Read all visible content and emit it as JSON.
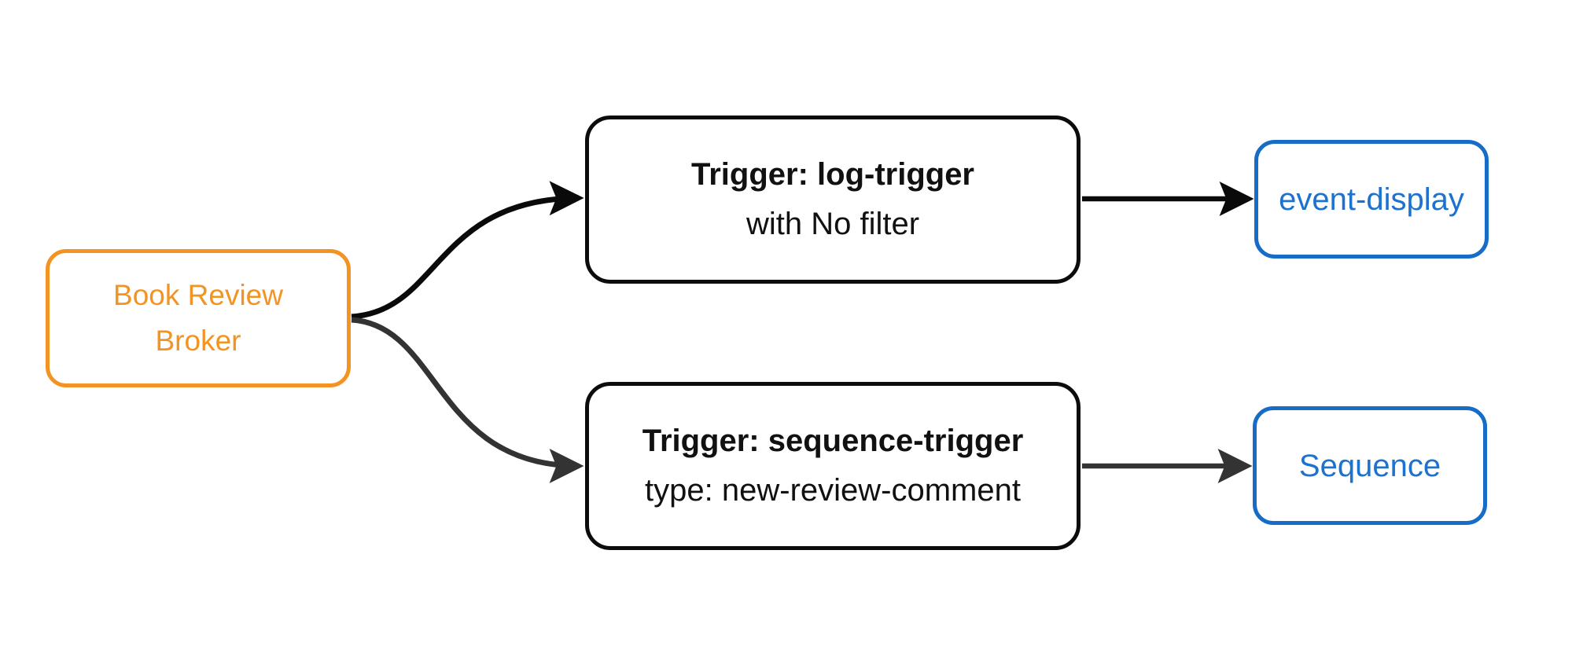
{
  "colors": {
    "background": "#ffffff",
    "orange": "#f39422",
    "blue_border": "#176cc7",
    "blue_text": "#1d72cf",
    "node_border": "#0c0c0c",
    "node_text": "#111111",
    "edge_black": "#0a0a0a",
    "edge_gray": "#333333"
  },
  "nodes": {
    "broker": {
      "line1": "Book Review",
      "line2": "Broker"
    },
    "log_trigger": {
      "title": "Trigger: log-trigger",
      "subtitle": "with No filter"
    },
    "sequence_trigger": {
      "title": "Trigger: sequence-trigger",
      "subtitle": "type: new-review-comment"
    },
    "event_display": {
      "label": "event-display"
    },
    "sequence": {
      "label": "Sequence"
    }
  },
  "edges": [
    {
      "from": "Book Review Broker",
      "to": "Trigger: log-trigger"
    },
    {
      "from": "Book Review Broker",
      "to": "Trigger: sequence-trigger"
    },
    {
      "from": "Trigger: log-trigger",
      "to": "event-display"
    },
    {
      "from": "Trigger: sequence-trigger",
      "to": "Sequence"
    }
  ]
}
